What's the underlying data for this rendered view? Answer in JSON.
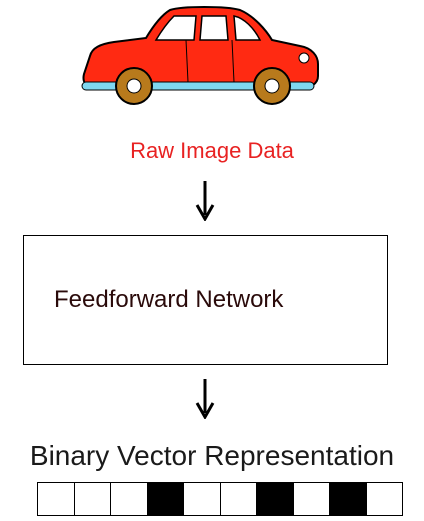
{
  "colors": {
    "car_body": "#ff2a12",
    "car_window": "#ffffff",
    "tire": "#b87a1c",
    "hubcap": "#ffffff",
    "bumper": "#7fd7f0",
    "raw_label": "#e82222",
    "network_label": "#2a0a0a",
    "vector_label": "#1a1a1a",
    "bit_on": "#000000",
    "bit_off": "#ffffff"
  },
  "car": {
    "icon": "car-icon"
  },
  "raw_image": {
    "label": "Raw Image Data"
  },
  "arrows": {
    "icon": "arrow-down-icon"
  },
  "network": {
    "label": "Feedforward Network"
  },
  "vector": {
    "label": "Binary Vector Representation",
    "bits": [
      0,
      0,
      0,
      1,
      0,
      0,
      1,
      0,
      1,
      0
    ]
  }
}
